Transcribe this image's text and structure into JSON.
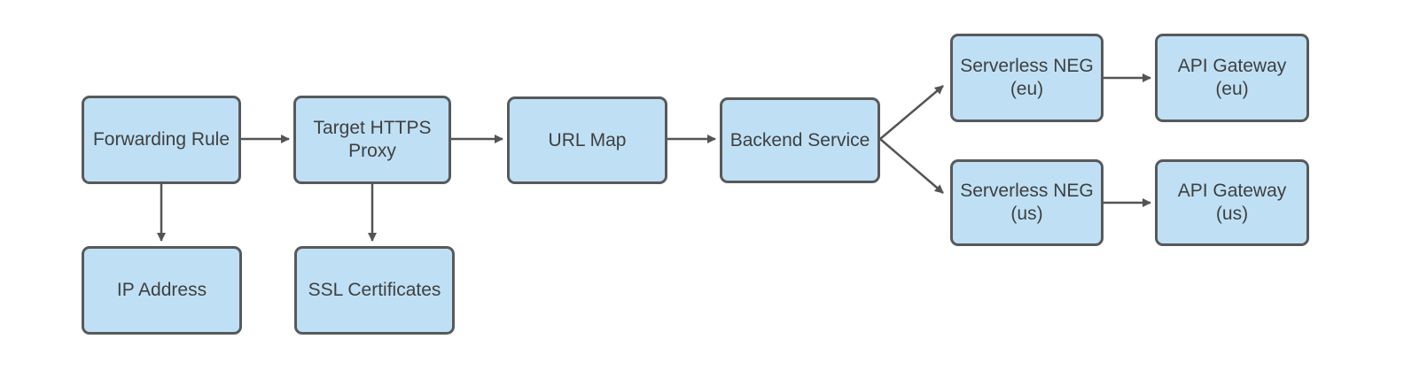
{
  "colors": {
    "background": "#ffffff",
    "node_fill": "#bfe0f4",
    "node_border": "#58595b",
    "edge": "#545454",
    "text": "#3f3f3f"
  },
  "nodes": {
    "forwarding_rule": {
      "label": "Forwarding Rule"
    },
    "target_https_proxy": {
      "label": "Target HTTPS\nProxy"
    },
    "url_map": {
      "label": "URL Map"
    },
    "backend_service": {
      "label": "Backend Service"
    },
    "serverless_neg_eu": {
      "label": "Serverless NEG\n(eu)"
    },
    "api_gateway_eu": {
      "label": "API Gateway\n(eu)"
    },
    "serverless_neg_us": {
      "label": "Serverless NEG\n(us)"
    },
    "api_gateway_us": {
      "label": "API Gateway\n(us)"
    },
    "ip_address": {
      "label": "IP Address"
    },
    "ssl_certificates": {
      "label": "SSL Certificates"
    }
  },
  "edges": [
    {
      "from": "Forwarding Rule",
      "to": "Target HTTPS Proxy",
      "arrow": "end"
    },
    {
      "from": "Target HTTPS Proxy",
      "to": "URL Map",
      "arrow": "end"
    },
    {
      "from": "URL Map",
      "to": "Backend Service",
      "arrow": "end"
    },
    {
      "from": "Backend Service",
      "to": "Serverless NEG (eu)",
      "arrow": "end"
    },
    {
      "from": "Backend Service",
      "to": "Serverless NEG (us)",
      "arrow": "end"
    },
    {
      "from": "Serverless NEG (eu)",
      "to": "API Gateway (eu)",
      "arrow": "end"
    },
    {
      "from": "Serverless NEG (us)",
      "to": "API Gateway (us)",
      "arrow": "end"
    },
    {
      "from": "Forwarding Rule",
      "to": "IP Address",
      "arrow": "end"
    },
    {
      "from": "Target HTTPS Proxy",
      "to": "SSL Certificates",
      "arrow": "end"
    }
  ]
}
